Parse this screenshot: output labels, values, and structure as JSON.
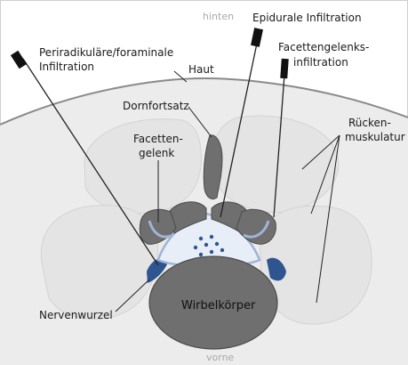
{
  "orientation": {
    "top": "hinten",
    "bottom": "vorne"
  },
  "labels": {
    "epidural": "Epidurale Infiltration",
    "periradicular_line1": "Periradikuläre/foraminale",
    "periradicular_line2": "Infiltration",
    "facet_inj_line1": "Facettengelenks-",
    "facet_inj_line2": "infiltration",
    "skin": "Haut",
    "spinous_process": "Dornfortsatz",
    "facet_joint_line1": "Facetten-",
    "facet_joint_line2": "gelenk",
    "back_muscles_line1": "Rücken-",
    "back_muscles_line2": "muskulatur",
    "nerve_root": "Nervenwurzel",
    "vertebral_body": "Wirbelkörper"
  },
  "colors": {
    "skin_fill": "#ececec",
    "skin_line": "#8a8a8a",
    "muscle": "#e6e6e6",
    "muscle_edge": "#d6d6d6",
    "bone": "#6f6f6f",
    "bone_edge": "#4a4a4a",
    "canal": "#e8eef7",
    "nerve_blue": "#2f5591",
    "membrane": "#9fb4d6",
    "needle_tip": "#111111",
    "orientation_text": "#a8a8a8"
  }
}
